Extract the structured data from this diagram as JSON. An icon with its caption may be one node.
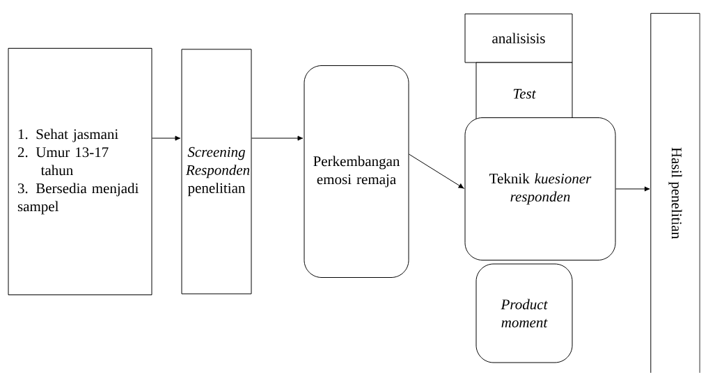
{
  "diagram": {
    "nodes": [
      {
        "text": [
          "1. Sehat jasmani",
          "2. Umur 13-17 tahun",
          "3. Bersedia menjadi sampel"
        ]
      },
      {
        "text": [
          "*Screening Responden* penelitian"
        ]
      },
      {
        "text": [
          "Perkembangan emosi remaja"
        ]
      },
      {
        "text": [
          "analisisis"
        ]
      },
      {
        "text": [
          "Test"
        ]
      },
      {
        "text": [
          "Teknik *kuesioner responden*"
        ]
      },
      {
        "text": [
          "Product moment"
        ]
      },
      {
        "text": [
          "Hasil penelitian"
        ]
      }
    ],
    "edges": [
      {
        "from": 0,
        "to": 1,
        "arrow": "to"
      },
      {
        "from": 1,
        "to": 2,
        "arrow": "to"
      },
      {
        "from": 2,
        "to": 5,
        "arrow": "to"
      },
      {
        "from": 5,
        "to": 7,
        "arrow": "to"
      }
    ]
  }
}
